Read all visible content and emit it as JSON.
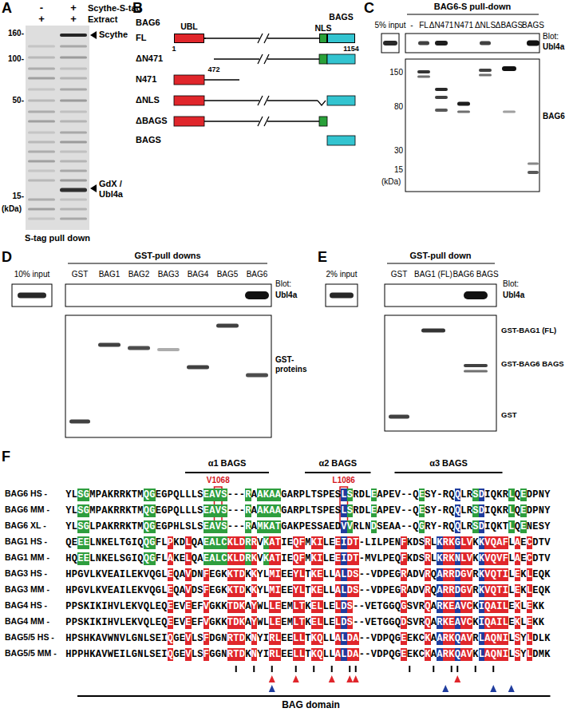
{
  "diagram": {
    "nodes": [
      {
        "text": [
          "UBL"
        ]
      },
      {
        "text": [
          "NLS"
        ]
      },
      {
        "text": [
          "BAGS"
        ]
      }
    ],
    "labels": [
      "A",
      "-",
      "+",
      "Scythe-S-tag",
      "+",
      "+",
      "Extract",
      "160-",
      "100-",
      "50-",
      "15-",
      "(kDa)",
      "Scythe",
      "GdX / Ubl4a",
      "S-tag pull down",
      "B",
      "BAG6",
      "FL",
      "ΔN471",
      "N471",
      "ΔNLS",
      "ΔBAGS",
      "BAGS",
      "1",
      "1154",
      "472",
      "C",
      "BAG6-S pull-down",
      "5% input",
      "-",
      "FL",
      "ΔN471",
      "N471",
      "ΔNLS",
      "ΔBAGS",
      "BAGS",
      "Blot:",
      "Ubl4a",
      "150",
      "80",
      "30",
      "15",
      "(kDa)",
      "BAG6",
      "D",
      "GST-pull downs",
      "10% input",
      "GST",
      "BAG1",
      "BAG2",
      "BAG3",
      "BAG4",
      "BAG5",
      "BAG6",
      "Blot:",
      "Ubl4a",
      "GST- proteins",
      "E",
      "GST-pull down",
      "2% input",
      "GST",
      "BAG1 (FL)",
      "BAG6 BAGS",
      "Blot:",
      "Ubl4a",
      "GST-BAG1 (FL)",
      "GST-BAG6 BAGS",
      "GST",
      "F",
      "α1 BAGS",
      "α2 BAGS",
      "α3 BAGS",
      "V1068",
      "L1086",
      "BAG6 HS -",
      "BAG6 MM -",
      "BAG6 XL -",
      "BAG1 HS -",
      "BAG1 MM -",
      "BAG3 HS -",
      "BAG3 MM -",
      "BAG4 HS -",
      "BAG4 MM -",
      "BAG5/5 HS -",
      "BAG5/5 MM -",
      "YLSGMPAKRRKTMQGEGPQLLLSEAVS---RAAKAAGARPLTSPESLSRDLEAPEV--QESY-RQQLRSDIQKRLQEDPNY",
      "YLSGMPAKRRKTMQGEGPQLLLSEAVS---RAAKAAGARPLTSPESLSRDLEAPEV--QESY-RQQLRSDIQKRLQEDPNY",
      "YLSGLPAKRRKTMQGEGPHLSLSEAVS---RAMKATGAKPESSAEDVVRLNDSEAA--QGRY-RQQLRSDIQKTLQENESY",
      "QEEELNKELTGIQQGFLPKDLQAEALCKLDRRVKATIEQFMKILEEIDT-LILPENFKDSRLKRKGLVKKVQAFLAECDTV",
      "HQEELNKELSGIQQGFLAKELQAEALCKLDRKVKATIEQFMKILEEIDT-MVLPEQFKDSRLKRKNLVKKVQVFLAECDTV",
      "HPGVLKVEAILEKVQGLEQAVDNFEGKKTDKKYLMIEEYLTKELLALDS--VDPEGRADVRQARRDGVRKVQTILEKLEQK",
      "HPGVLKVEAILEKVQGLEQAVDSFEGKKTDKKYLMIEEYLTKELLALDS--VDPEGRADVRQARRDGVRKVQTILEKLEQK",
      "PPSKIKIHVLEKVQLEQEEVEEFVGKKTDKAYWLLEEMLTKELLELDS--VETGGQGSVRQARKEAVCKIQAILEKLEKK",
      "PPSKIKIHVLEKVQLEQEEVEEFVGKKTDKAYWLLEEMLTKELLELDS--VETGGQDSVRQARKEAVCKIQAILEKLEKK",
      "HPSHKAVWNVLGNLSEIQGEVLSFDGNRTDKNYIRLEELLTKQLLALDA--VDPQGEEKCKAARKQAVRLAQNILSYLDLK",
      "HPPHKAVWEILGNLSEIQGEVLSFGGNRTDKNYIRLEELLTKQLLALDA--VDPQGEEKCKAARKQAVKLAQNILSYLDMK",
      "BAG domain"
    ]
  }
}
